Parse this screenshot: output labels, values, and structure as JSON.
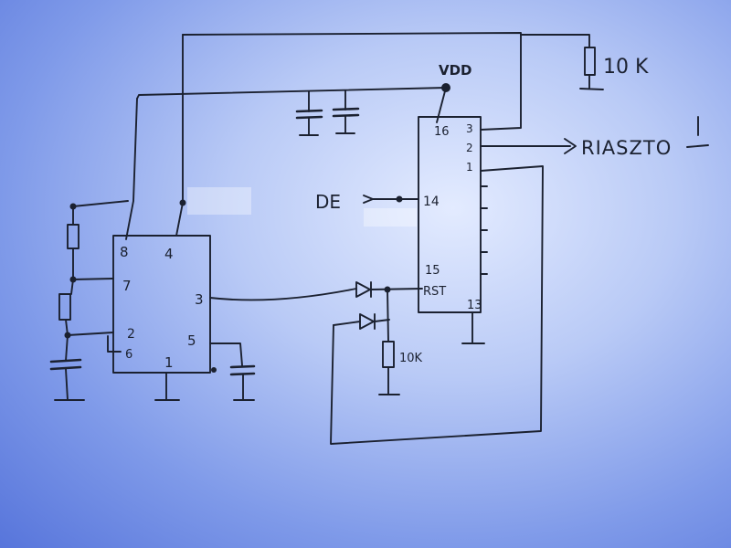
{
  "labels": {
    "vdd": "VDD",
    "res_top": "10 K",
    "res_bottom": "10K",
    "out": "RIASZTO",
    "de": "DE",
    "rst": "RST"
  },
  "timer_pins": {
    "p8": "8",
    "p4": "4",
    "p7": "7",
    "p3": "3",
    "p2": "2",
    "p6": "6",
    "p5": "5",
    "p1": "1"
  },
  "ic_pins": {
    "p16": "16",
    "p3": "3",
    "p2": "2",
    "p1": "1",
    "p14": "14",
    "p15": "15",
    "p13": "13"
  }
}
